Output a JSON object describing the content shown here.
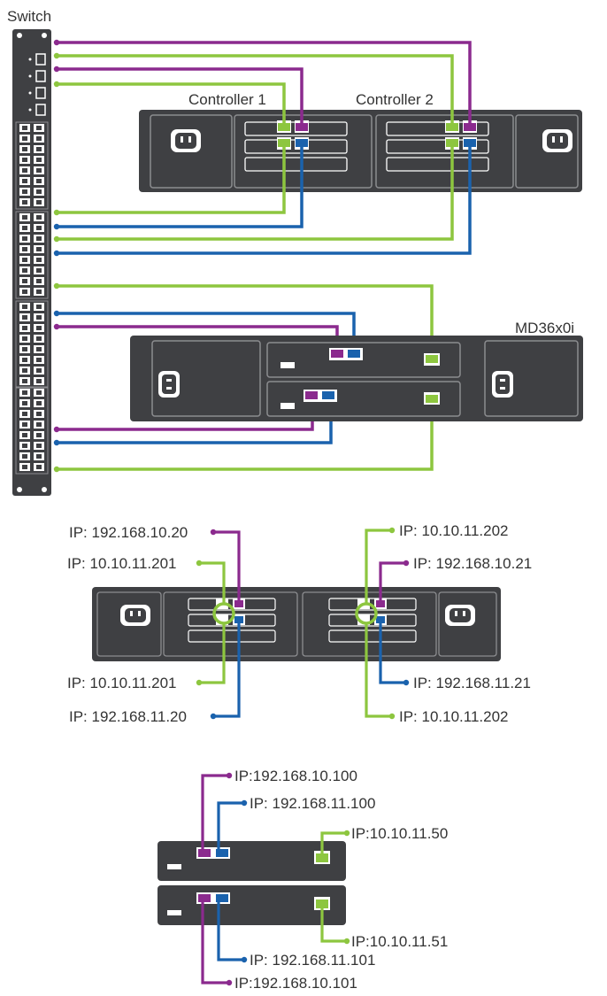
{
  "colors": {
    "purple": "#8b2a8e",
    "green": "#8dc63f",
    "blue": "#1a62ad",
    "chassis": "#3f4043",
    "chassis_light": "#4d4e52",
    "outline": "#8c8d90",
    "text": "#333333"
  },
  "labels": {
    "switch": "Switch",
    "controller1": "Controller 1",
    "controller2": "Controller 2",
    "md": "MD36x0i"
  },
  "ips_mid": {
    "c1_top_purple": "IP: 192.168.10.20",
    "c1_top_green": "IP: 10.10.11.201",
    "c1_bot_green": "IP: 10.10.11.201",
    "c1_bot_blue": "IP: 192.168.11.20",
    "c2_top_green": "IP: 10.10.11.202",
    "c2_top_purple": "IP: 192.168.10.21",
    "c2_bot_blue": "IP: 192.168.11.21",
    "c2_bot_green": "IP: 10.10.11.202"
  },
  "ips_bottom": {
    "top_purple": "IP:192.168.10.100",
    "top_blue": "IP: 192.168.11.100",
    "top_green": "IP:10.10.11.50",
    "bot_green": "IP:10.10.11.51",
    "bot_blue": "IP: 192.168.11.101",
    "bot_purple": "IP:192.168.10.101"
  }
}
